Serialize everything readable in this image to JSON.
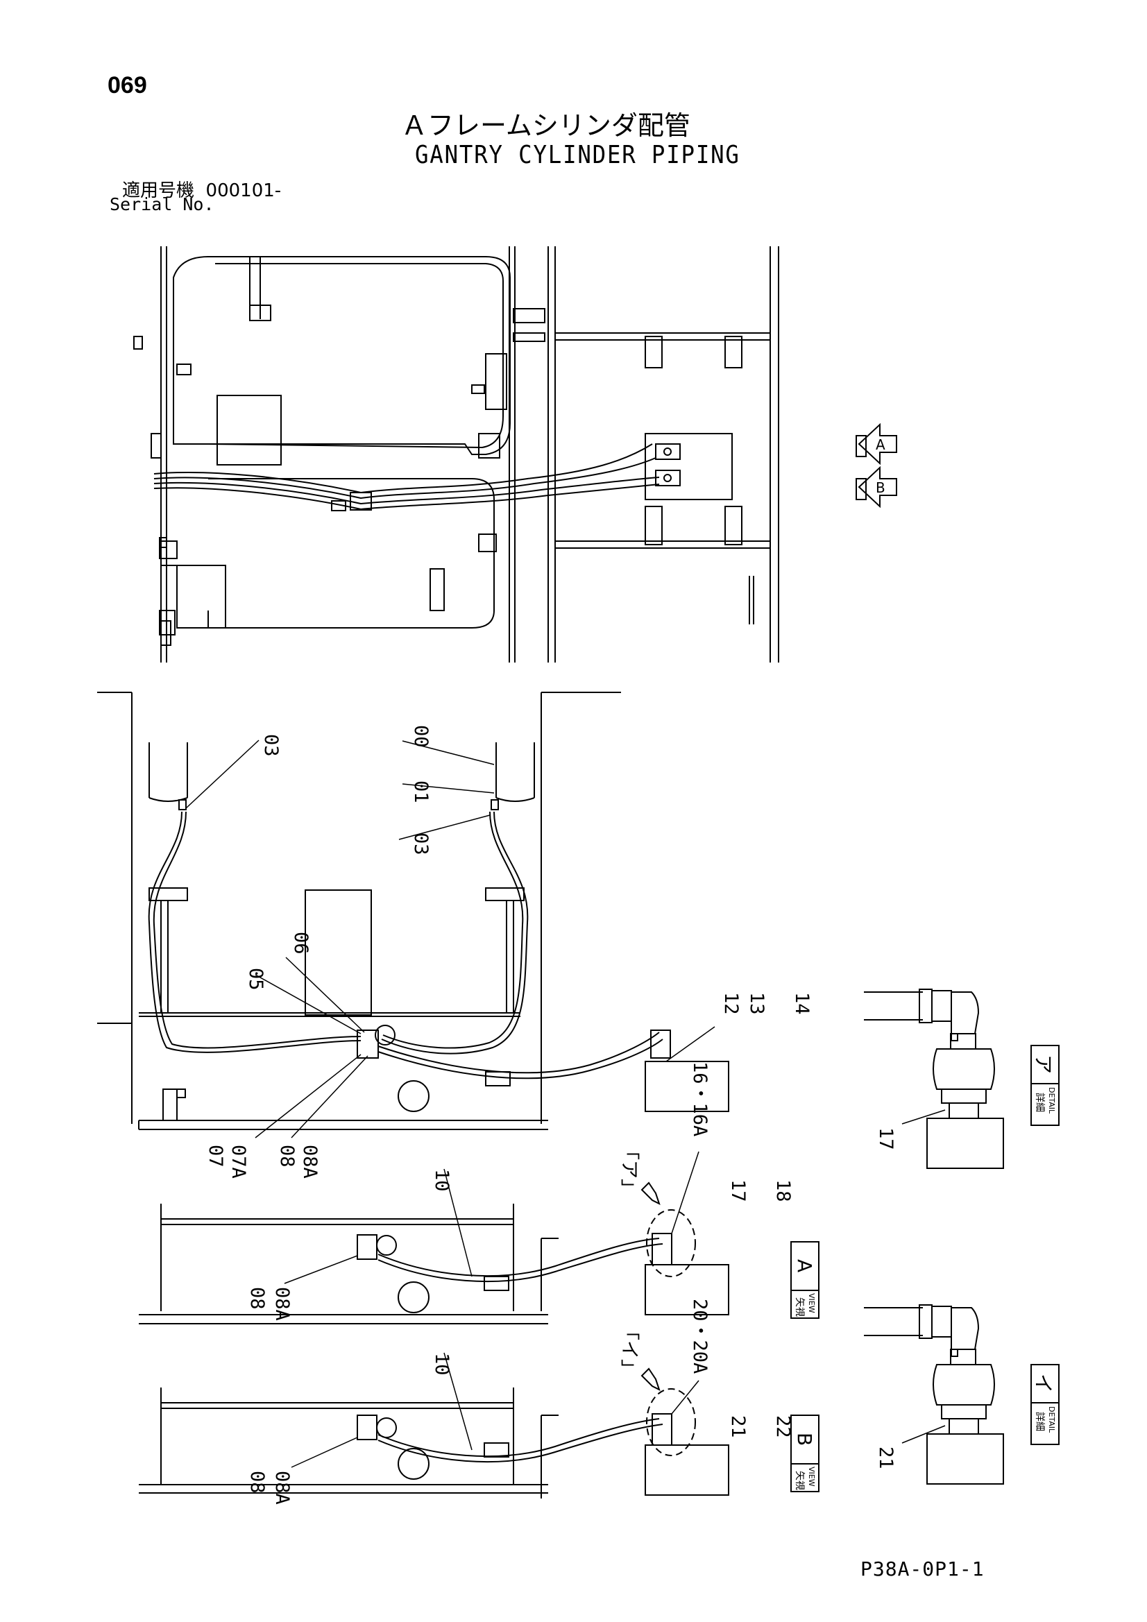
{
  "page_number": "069",
  "title_jp": "Ａフレームシリンダ配管",
  "title_en": "GANTRY CYLINDER PIPING",
  "serial_label_jp": "適用号機",
  "serial_value": "000101-",
  "serial_label_en": "Serial No.",
  "view_markers": [
    "A",
    "B"
  ],
  "part_labels": {
    "p00": "00",
    "p01": "01",
    "p03a": "03",
    "p03b": "03",
    "p05": "05",
    "p06": "06",
    "p07": "07",
    "p07a": "07A",
    "p08": "08",
    "p08a": "08A",
    "p12": "12",
    "p13": "13",
    "p14": "14",
    "p16": "16・16A",
    "p17": "17",
    "p18": "18",
    "p10a": "10",
    "p08b": "08",
    "p08ab": "08A",
    "p20": "20・20A",
    "p21": "21",
    "p22": "22",
    "p10b": "10",
    "p08c": "08",
    "p08ac": "08A",
    "d17": "17",
    "d21": "21"
  },
  "detail_refs": {
    "ref_a": "「ア」",
    "ref_b": "「イ」"
  },
  "view_boxes": [
    {
      "jp": "矢視",
      "en": "VIEW",
      "letter": "A"
    },
    {
      "jp": "矢視",
      "en": "VIEW",
      "letter": "B"
    }
  ],
  "detail_boxes": [
    {
      "jp": "詳細",
      "en": "DETAIL",
      "letter": "ア"
    },
    {
      "jp": "詳細",
      "en": "DETAIL",
      "letter": "イ"
    }
  ],
  "doc_code": "P38A-0P1-1"
}
